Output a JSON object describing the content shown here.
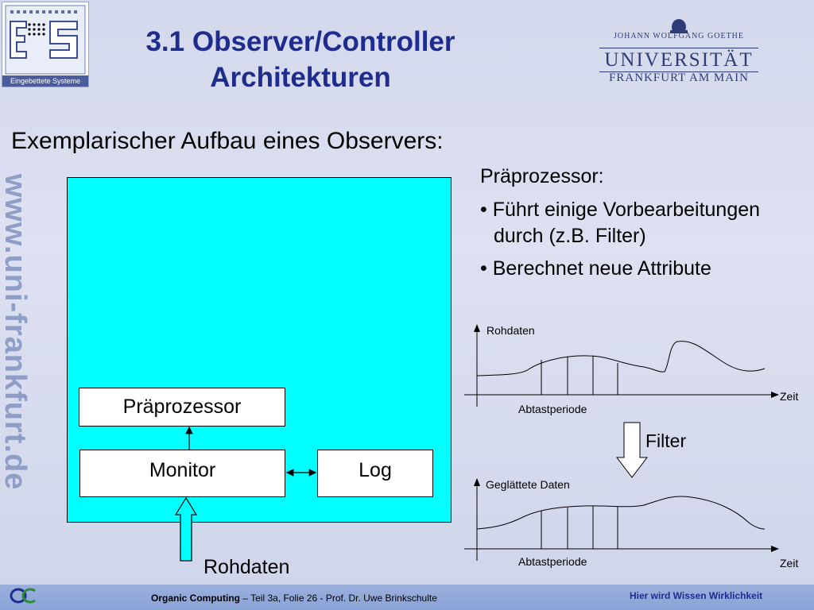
{
  "header": {
    "title_line1": "3.1 Observer/Controller",
    "title_line2": "Architekturen",
    "es_logo_tagline": "Eingebettete Systeme",
    "university": {
      "line1": "JOHANN WOLFGANG GOETHE",
      "line2": "UNIVERSITÄT",
      "line3": "FRANKFURT AM MAIN"
    },
    "side_watermark": "www.uni-frankfurt.de"
  },
  "content": {
    "subtitle": "Exemplarischer Aufbau eines Observers:",
    "diagram": {
      "block_praeprozessor": "Präprozessor",
      "block_monitor": "Monitor",
      "block_log": "Log",
      "input_label": "Rohdaten"
    },
    "description": {
      "heading": "Präprozessor:",
      "bullet1_line1": "• Führt einige Vorbearbeitungen",
      "bullet1_line2": "durch (z.B. Filter)",
      "bullet2": "• Berechnet neue Attribute"
    },
    "signal_top": {
      "y_label": "Rohdaten",
      "x_label": "Zeit",
      "period_label": "Abtastperiode"
    },
    "filter_label": "Filter",
    "signal_bottom": {
      "y_label": "Geglättete Daten",
      "x_label": "Zeit",
      "period_label": "Abtastperiode"
    }
  },
  "footer": {
    "course": "Organic Computing",
    "rest": " – Teil 3a, Folie 26 -  Prof. Dr. Uwe Brinkschulte",
    "slogan": "Hier wird Wissen Wirklichkeit"
  },
  "colors": {
    "title": "#1f2c8f",
    "observer_fill": "#00ffff",
    "arrow_fill": "#00ffff",
    "footer_bar": "#8aa2d6"
  }
}
